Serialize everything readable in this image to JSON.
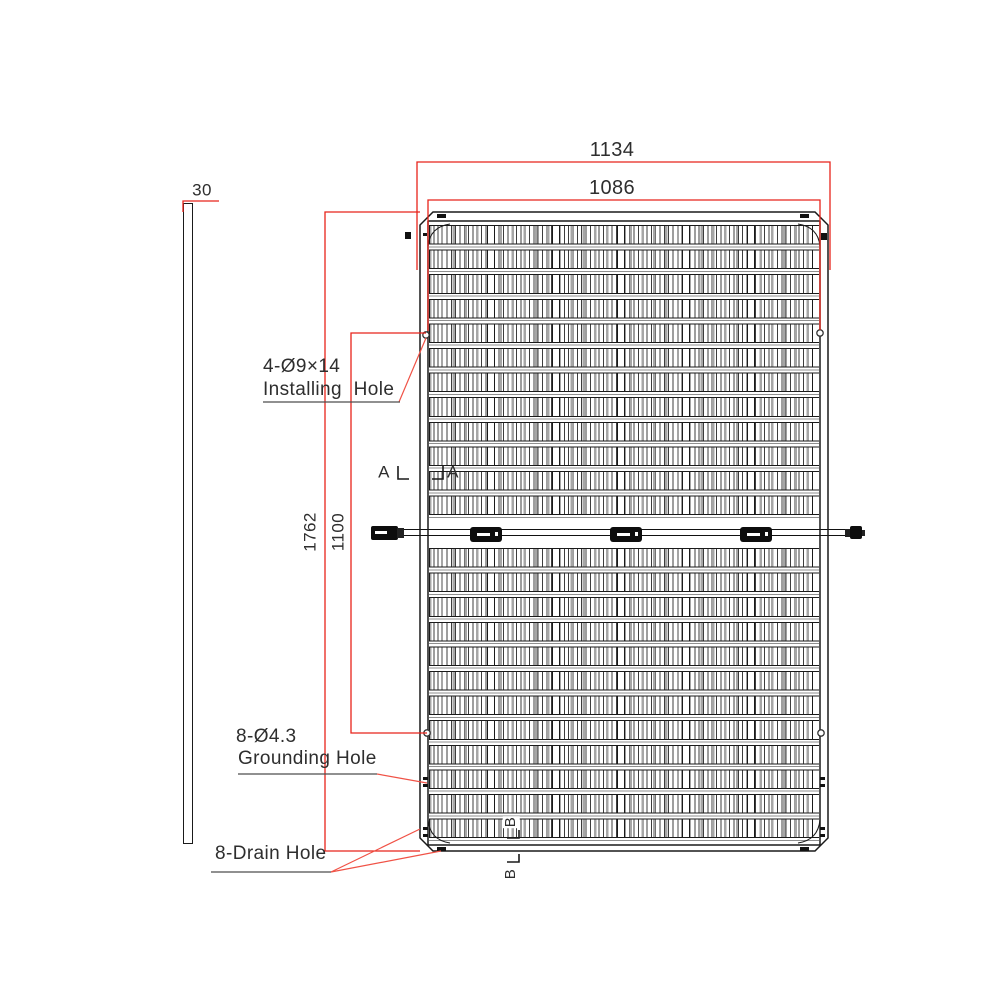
{
  "dimensions": {
    "overall_width": "1134",
    "inner_width": "1086",
    "frame_thickness": "30",
    "overall_height": "1762",
    "mounting_hole_spacing": "1100"
  },
  "annotations": {
    "installing_hole": {
      "line1": "4-Ø9×14",
      "line2": "Installing Hole"
    },
    "grounding_hole": {
      "line1": "8-Ø4.3",
      "line2": "Grounding Hole"
    },
    "drain_hole": {
      "label": "8-Drain Hole"
    },
    "section_a": "A",
    "section_b": "B"
  },
  "colors": {
    "dimension_red": "#e8231a",
    "drawing_black": "#1a1a1a",
    "stripe_gray": "#9a9a9a"
  }
}
